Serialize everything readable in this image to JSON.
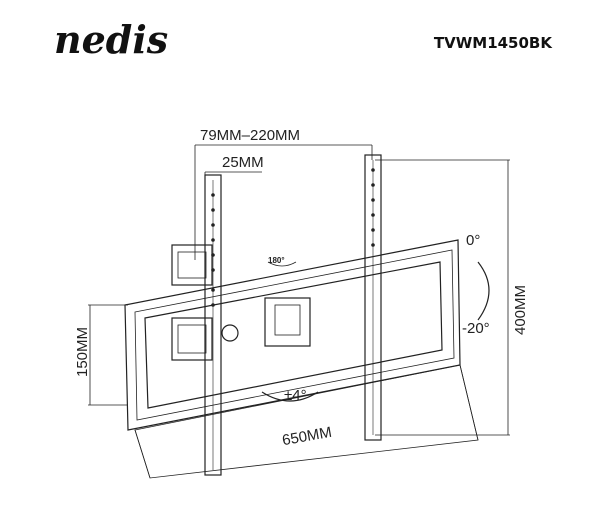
{
  "brand": {
    "logo_text": "nedis"
  },
  "header": {
    "model": "TVWM1450BK"
  },
  "dimensions": {
    "vesa_horizontal": "79MM–220MM",
    "arm_width": "25MM",
    "vertical_height": "400MM",
    "left_height": "150MM",
    "plate_width": "650MM"
  },
  "angles": {
    "swivel": "180°",
    "tilt_top": "0°",
    "tilt_bottom": "-20°",
    "rotation": "±4°"
  }
}
